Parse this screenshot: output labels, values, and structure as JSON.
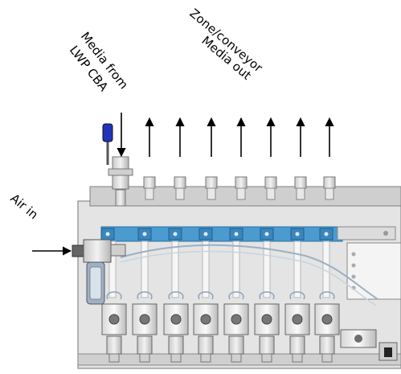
{
  "labels": {
    "media_from_line1": "Media from",
    "media_from_line2": "LWP CBA",
    "zone_line1": "Zone/conveyor",
    "zone_line2": "Media out",
    "air_in": "Air in"
  },
  "outlet_count": 7,
  "valve_count": 8,
  "colors": {
    "panel": "#dcdcdc",
    "panel_edge": "#8a8a8a",
    "blue_rail": "#4b9bd0",
    "blue_knob": "#2233bb",
    "arrow": "#000000"
  }
}
